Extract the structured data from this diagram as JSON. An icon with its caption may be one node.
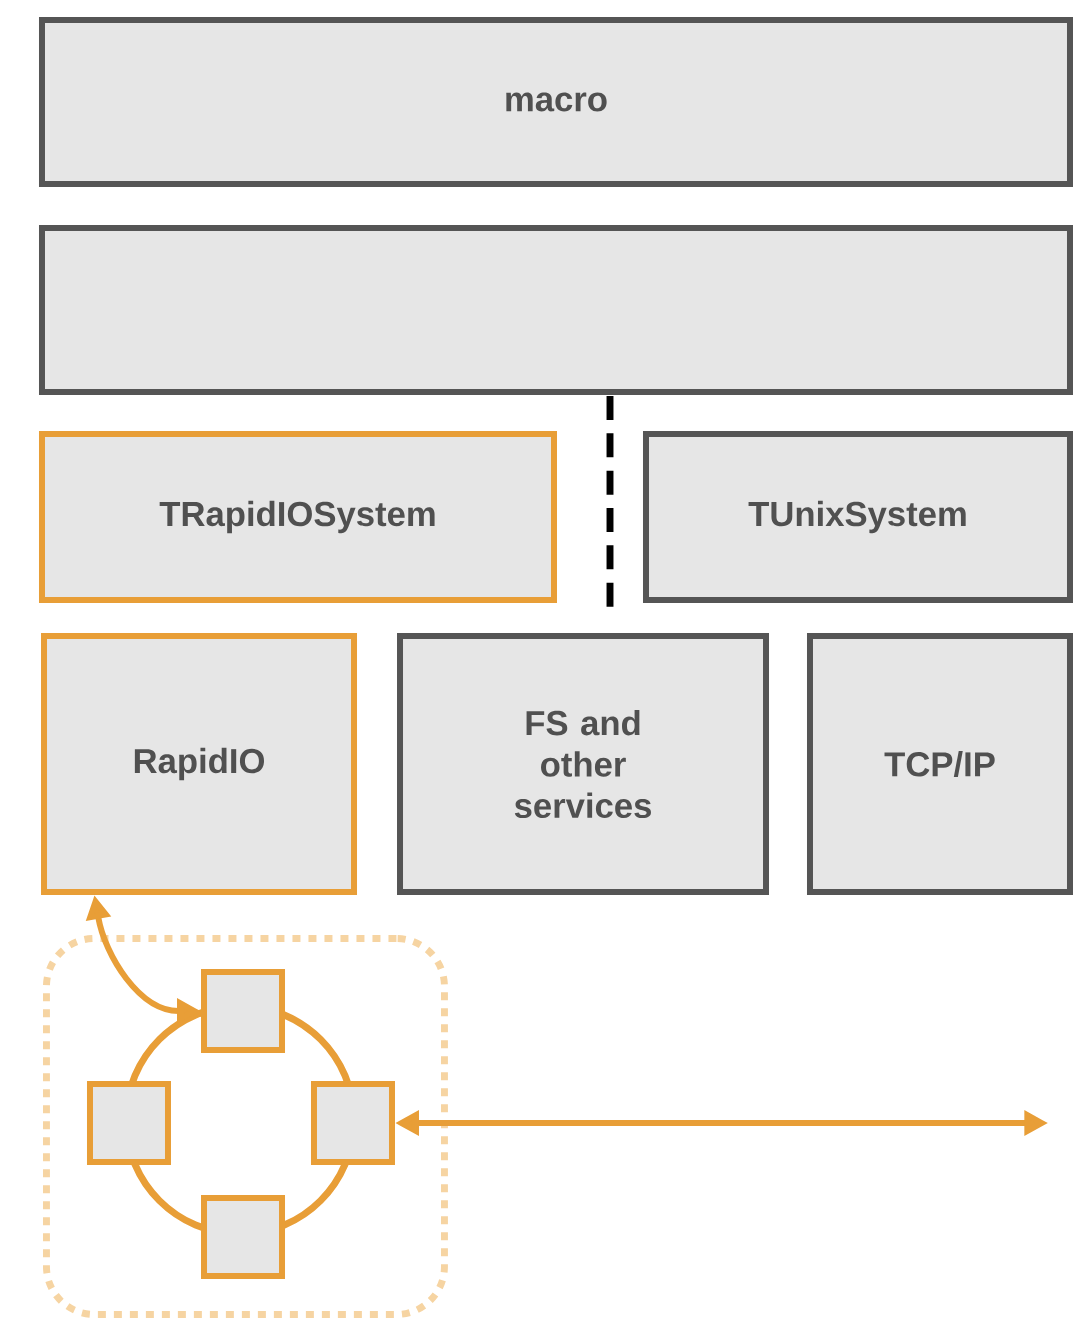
{
  "diagram": {
    "nodes": [
      {
        "text": [
          "macro"
        ]
      },
      {
        "text": [],
        "shape": "box"
      },
      {
        "text": [
          "TRapidIOSystem"
        ]
      },
      {
        "text": [
          "TUnixSystem"
        ]
      },
      {
        "text": [
          "RapidIO"
        ]
      },
      {
        "text": [
          "FS and other services"
        ]
      },
      {
        "text": [
          "TCP/IP"
        ]
      },
      {
        "text": [],
        "shape": "box"
      },
      {
        "text": [],
        "shape": "box",
        "in": 7
      },
      {
        "text": [],
        "shape": "box",
        "in": 7
      },
      {
        "text": [],
        "shape": "box",
        "in": 7
      },
      {
        "text": [],
        "shape": "box",
        "in": 7
      }
    ],
    "edges": [
      {
        "from": 4,
        "to": 8,
        "arrow": "both"
      },
      {
        "from": 10,
        "to": null,
        "arrow": "both"
      }
    ]
  }
}
